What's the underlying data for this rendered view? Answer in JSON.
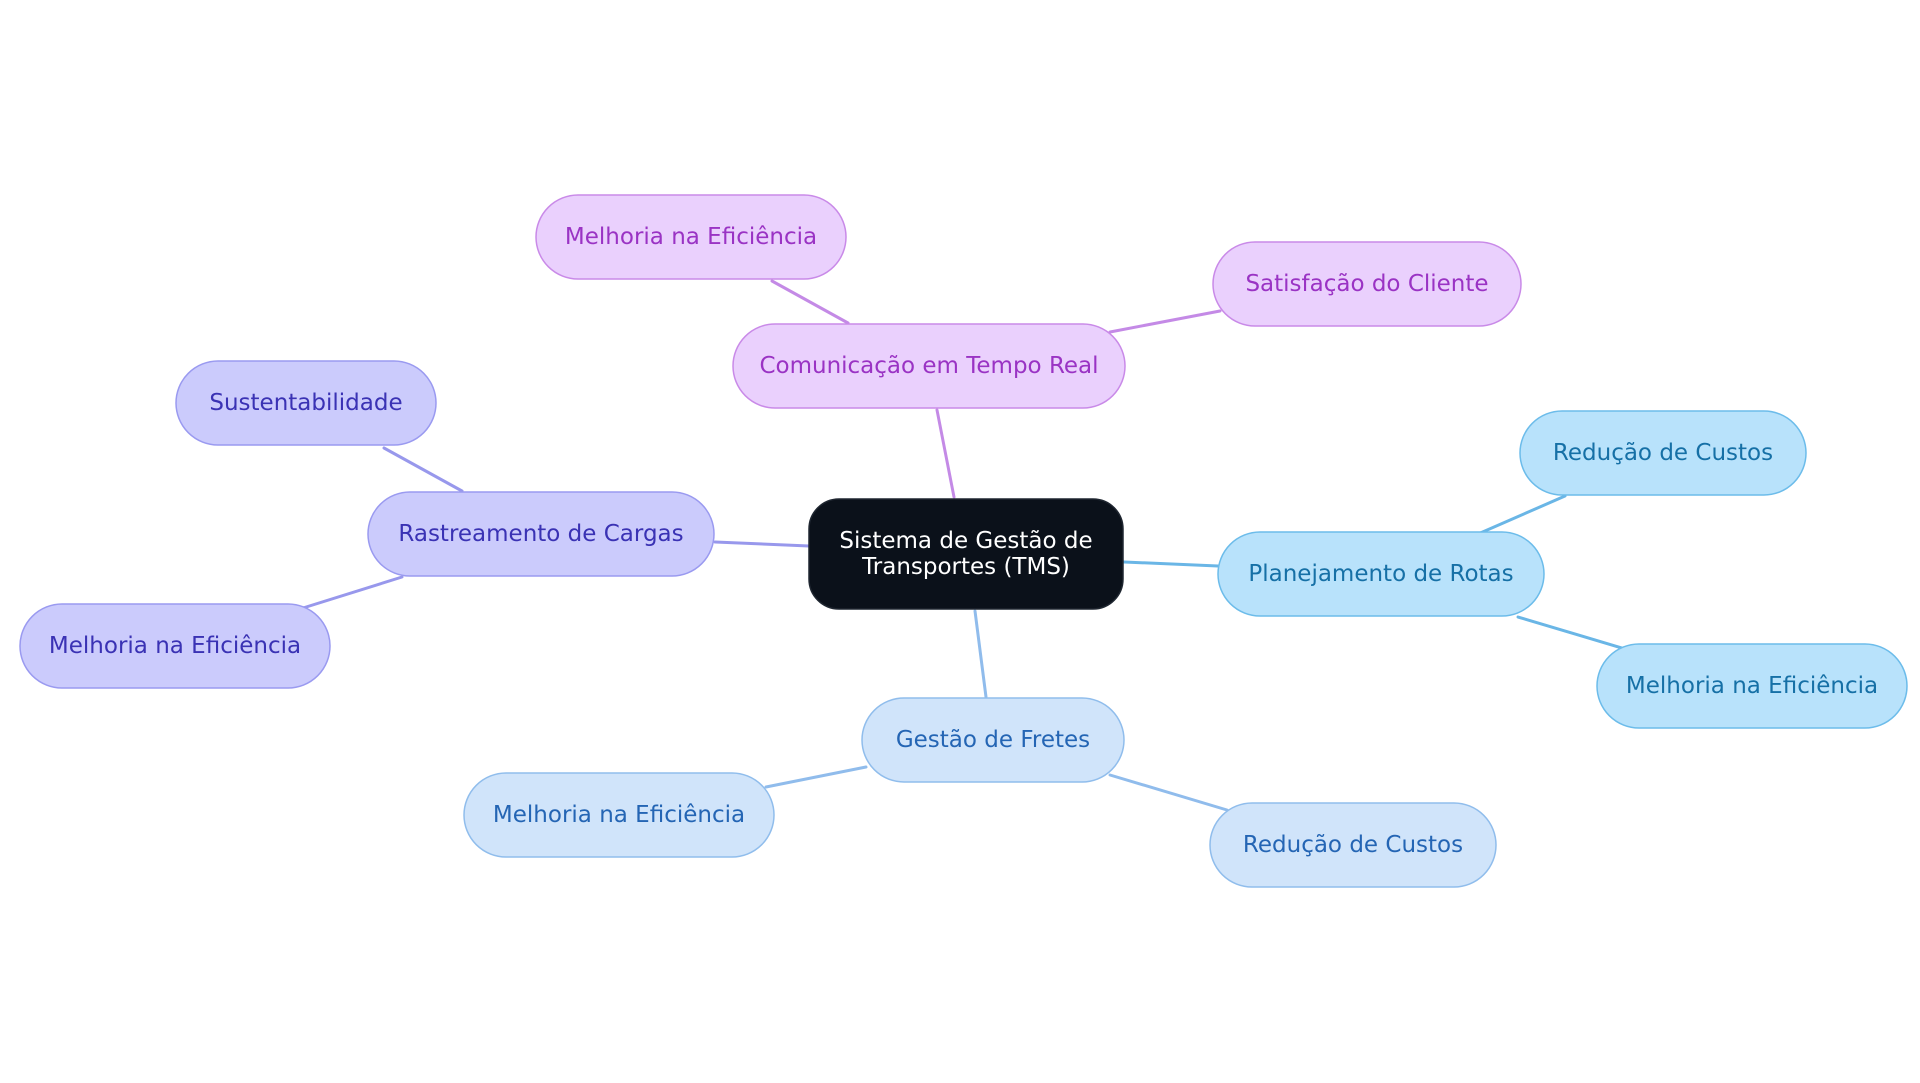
{
  "root": {
    "lines": [
      "Sistema de Gestão de",
      "Transportes (TMS)"
    ],
    "fill": "#0b111a",
    "stroke": "#1f2630",
    "text_color": "#ffffff"
  },
  "branches": [
    {
      "id": "comunicacao",
      "label": "Comunicação em Tempo Real",
      "fill": "#ead0fd",
      "stroke": "#c98ae8",
      "text_color": "#9a33c4",
      "line_color": "#c48ae6",
      "children": [
        {
          "id": "comunicacao-eficiencia",
          "label": "Melhoria na Eficiência"
        },
        {
          "id": "comunicacao-satisfacao",
          "label": "Satisfação do Cliente"
        }
      ]
    },
    {
      "id": "rastreamento",
      "label": "Rastreamento de Cargas",
      "fill": "#cbcbfc",
      "stroke": "#9a9af0",
      "text_color": "#3a32b4",
      "line_color": "#9898ec",
      "children": [
        {
          "id": "rastreamento-sustentabilidade",
          "label": "Sustentabilidade"
        },
        {
          "id": "rastreamento-eficiencia",
          "label": "Melhoria na Eficiência"
        }
      ]
    },
    {
      "id": "planejamento",
      "label": "Planejamento de Rotas",
      "fill": "#b8e2fb",
      "stroke": "#6cbcea",
      "text_color": "#1670a6",
      "line_color": "#6ab6e6",
      "children": [
        {
          "id": "planejamento-custos",
          "label": "Redução de Custos"
        },
        {
          "id": "planejamento-eficiencia",
          "label": "Melhoria na Eficiência"
        }
      ]
    },
    {
      "id": "fretes",
      "label": "Gestão de Fretes",
      "fill": "#d0e4fa",
      "stroke": "#90bdec",
      "text_color": "#2465b4",
      "line_color": "#90bcec",
      "children": [
        {
          "id": "fretes-eficiencia",
          "label": "Melhoria na Eficiência"
        },
        {
          "id": "fretes-custos",
          "label": "Redução de Custos"
        }
      ]
    }
  ]
}
